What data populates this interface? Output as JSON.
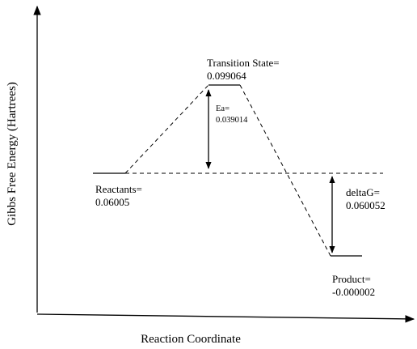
{
  "axes": {
    "x_label": "Reaction Coordinate",
    "y_label": "Gibbs Free Energy (Hartrees)"
  },
  "levels": {
    "reactants": {
      "label": "Reactants=",
      "value": "0.06005"
    },
    "transition_state": {
      "label": "Transition State=",
      "value": "0.099064"
    },
    "product": {
      "label": "Product=",
      "value": "-0.000002"
    }
  },
  "barriers": {
    "activation": {
      "label": "Ea=",
      "value": "0.039014"
    },
    "delta_g": {
      "label": "deltaG=",
      "value": "0.060052"
    }
  },
  "colors": {
    "ink": "#000000",
    "background": "#ffffff"
  }
}
